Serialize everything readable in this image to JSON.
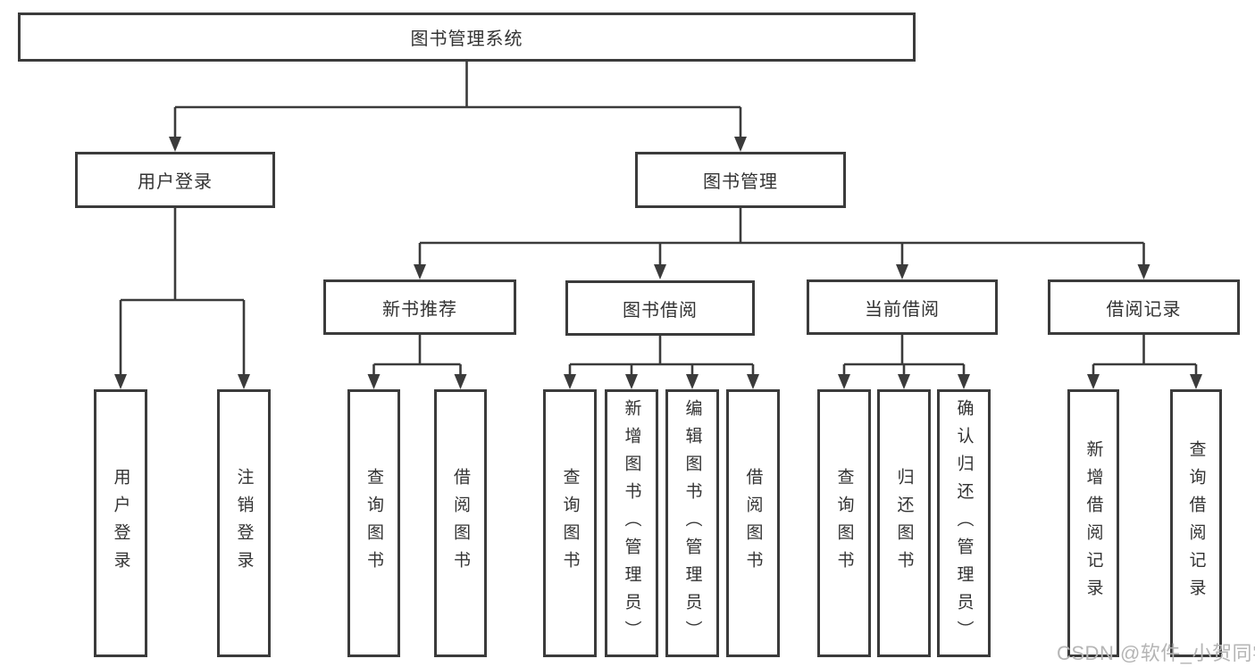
{
  "diagram": {
    "watermark": "CSDN @软件_小贺同学",
    "colors": {
      "line": "#3b3b3b",
      "text": "#333333",
      "box_bg": "#ffffff",
      "background": "#ffffff",
      "watermark": "#b5b5b5"
    }
  },
  "tree": {
    "root": {
      "label": "图书管理系统",
      "children": [
        {
          "label": "用户登录",
          "children": [
            {
              "label": "用户登录"
            },
            {
              "label": "注销登录"
            }
          ]
        },
        {
          "label": "图书管理",
          "children": [
            {
              "label": "新书推荐",
              "children": [
                {
                  "label": "查询图书"
                },
                {
                  "label": "借阅图书"
                }
              ]
            },
            {
              "label": "图书借阅",
              "children": [
                {
                  "label": "查询图书"
                },
                {
                  "label": "新增图书（管理员）"
                },
                {
                  "label": "编辑图书（管理员）"
                },
                {
                  "label": "借阅图书"
                }
              ]
            },
            {
              "label": "当前借阅",
              "children": [
                {
                  "label": "查询图书"
                },
                {
                  "label": "归还图书"
                },
                {
                  "label": "确认归还（管理员）"
                }
              ]
            },
            {
              "label": "借阅记录",
              "children": [
                {
                  "label": "新增借阅记录"
                },
                {
                  "label": "查询借阅记录"
                }
              ]
            }
          ]
        }
      ]
    }
  }
}
